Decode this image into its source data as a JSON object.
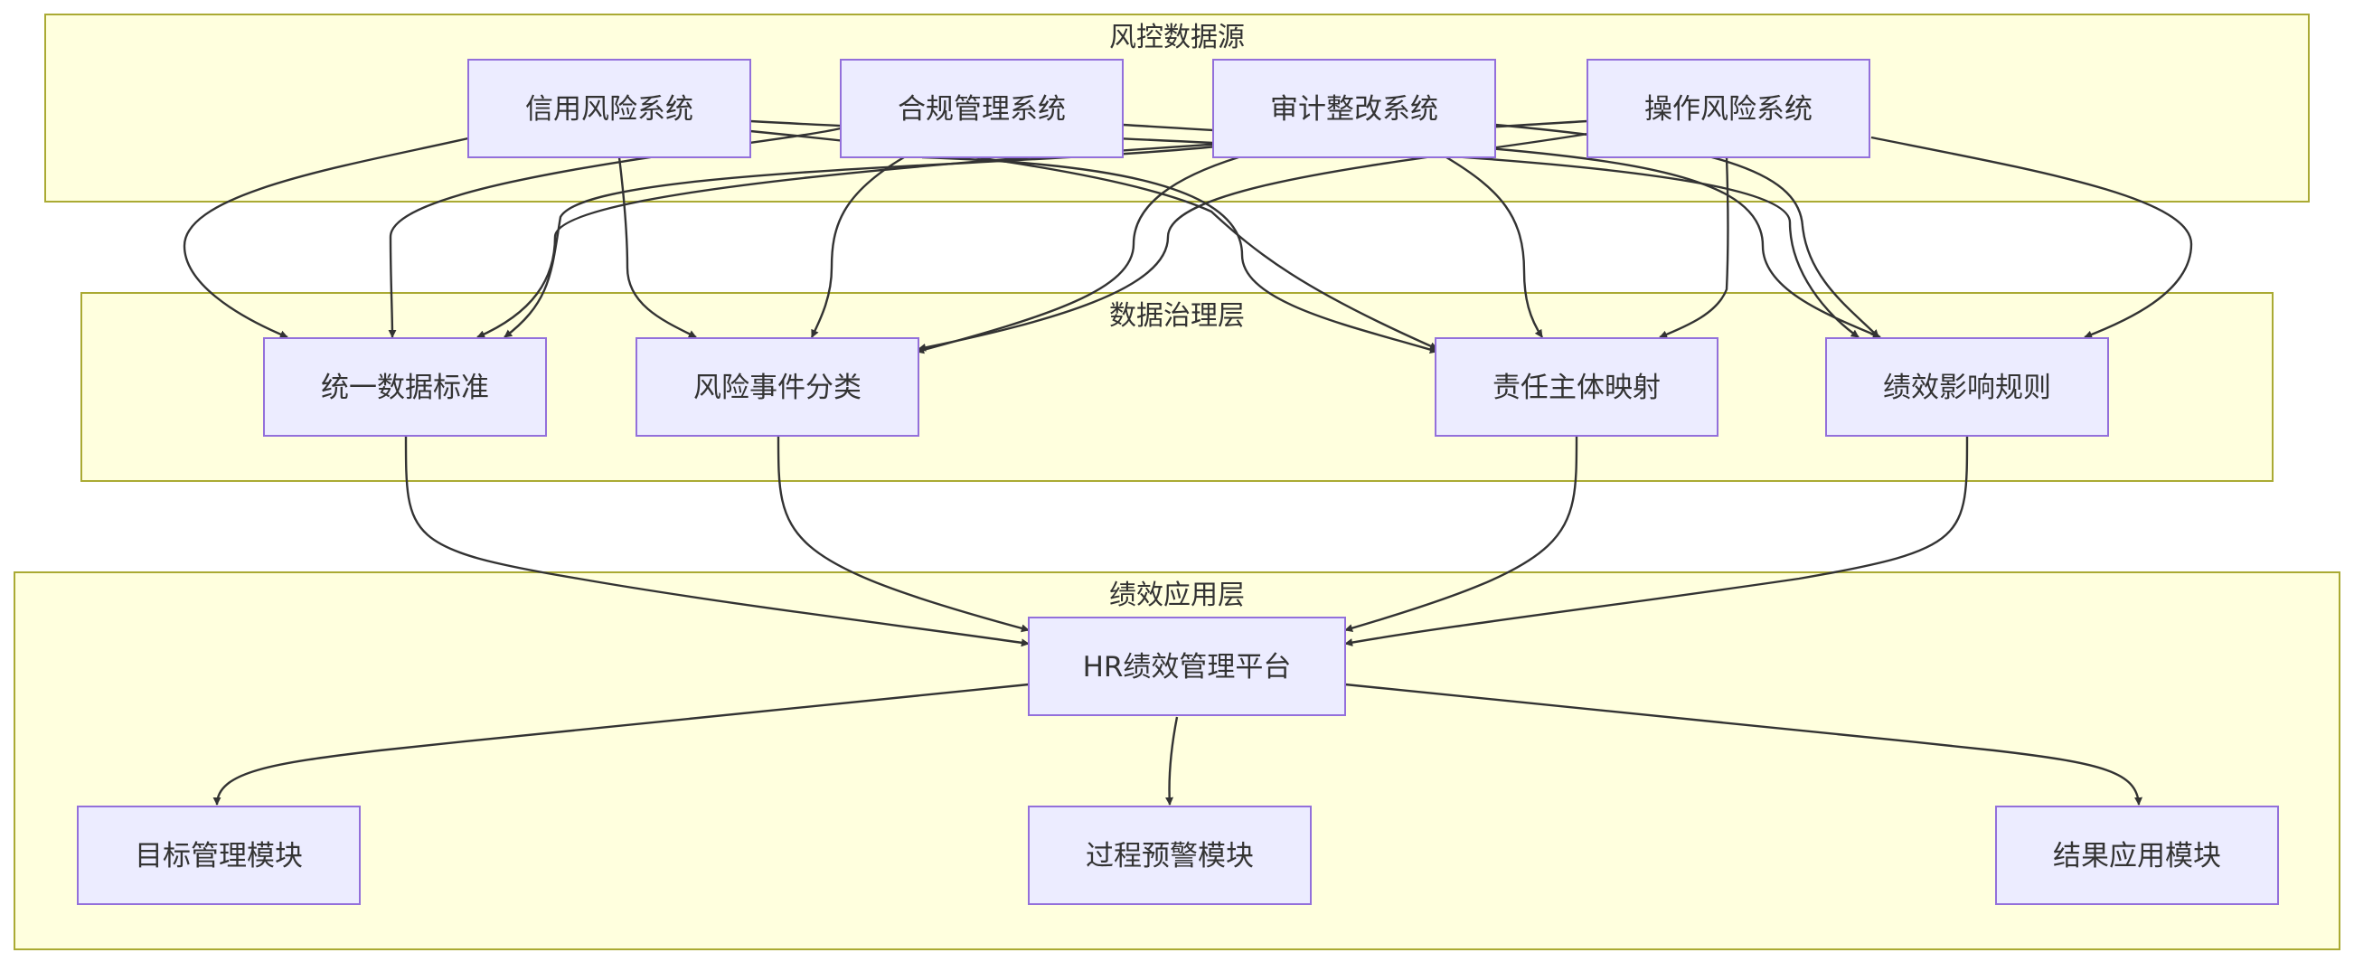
{
  "clusters": {
    "sources": {
      "label": "风控数据源"
    },
    "governance": {
      "label": "数据治理层"
    },
    "application": {
      "label": "绩效应用层"
    }
  },
  "nodes": {
    "credit_risk": "信用风险系统",
    "compliance": "合规管理系统",
    "audit": "审计整改系统",
    "operational_risk": "操作风险系统",
    "data_standard": "统一数据标准",
    "event_classification": "风险事件分类",
    "responsibility_mapping": "责任主体映射",
    "impact_rules": "绩效影响规则",
    "hr_platform": "HR绩效管理平台",
    "target_module": "目标管理模块",
    "warning_module": "过程预警模块",
    "result_module": "结果应用模块"
  },
  "edges": [
    {
      "from": "credit_risk",
      "to": "data_standard"
    },
    {
      "from": "credit_risk",
      "to": "event_classification"
    },
    {
      "from": "credit_risk",
      "to": "responsibility_mapping"
    },
    {
      "from": "credit_risk",
      "to": "impact_rules"
    },
    {
      "from": "compliance",
      "to": "data_standard"
    },
    {
      "from": "compliance",
      "to": "event_classification"
    },
    {
      "from": "compliance",
      "to": "responsibility_mapping"
    },
    {
      "from": "compliance",
      "to": "impact_rules"
    },
    {
      "from": "audit",
      "to": "data_standard"
    },
    {
      "from": "audit",
      "to": "event_classification"
    },
    {
      "from": "audit",
      "to": "responsibility_mapping"
    },
    {
      "from": "audit",
      "to": "impact_rules"
    },
    {
      "from": "operational_risk",
      "to": "data_standard"
    },
    {
      "from": "operational_risk",
      "to": "event_classification"
    },
    {
      "from": "operational_risk",
      "to": "responsibility_mapping"
    },
    {
      "from": "operational_risk",
      "to": "impact_rules"
    },
    {
      "from": "data_standard",
      "to": "hr_platform"
    },
    {
      "from": "event_classification",
      "to": "hr_platform"
    },
    {
      "from": "responsibility_mapping",
      "to": "hr_platform"
    },
    {
      "from": "impact_rules",
      "to": "hr_platform"
    },
    {
      "from": "hr_platform",
      "to": "target_module"
    },
    {
      "from": "hr_platform",
      "to": "warning_module"
    },
    {
      "from": "hr_platform",
      "to": "result_module"
    }
  ],
  "colors": {
    "cluster_fill": "#ffffde",
    "cluster_stroke": "#aaaa33",
    "node_fill": "#ececff",
    "node_stroke": "#9370db",
    "edge": "#333333",
    "text": "#333333"
  }
}
